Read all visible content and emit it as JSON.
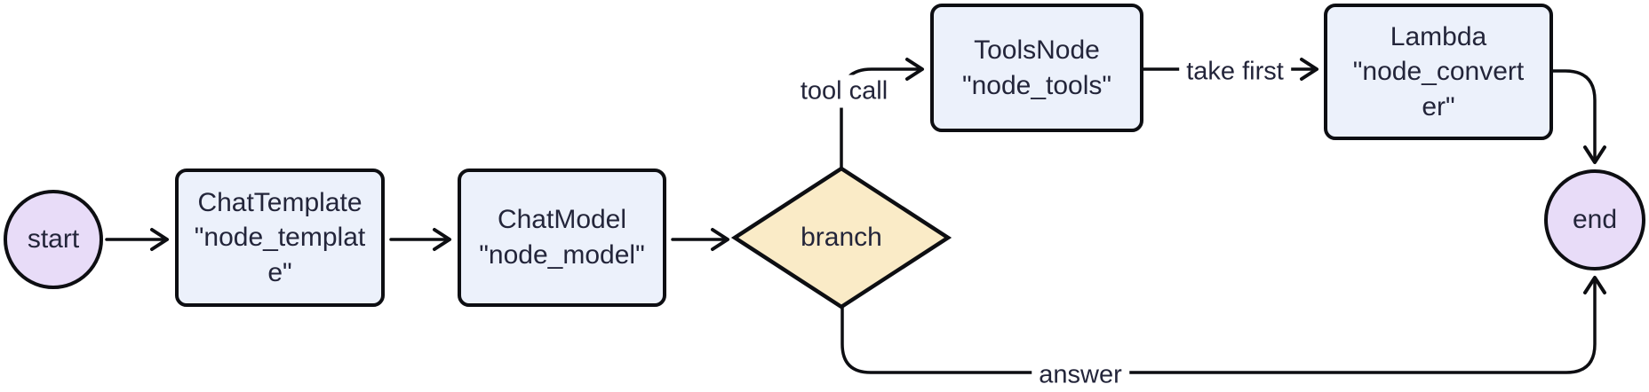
{
  "diagram": {
    "type": "flowchart",
    "direction": "left-to-right"
  },
  "nodes": {
    "start": {
      "label": "start",
      "shape": "circle"
    },
    "chat_template": {
      "label": "ChatTemplate\n\"node_templat\ne\"",
      "shape": "rect"
    },
    "chat_model": {
      "label": "ChatModel\n\"node_model\"",
      "shape": "rect"
    },
    "branch": {
      "label": "branch",
      "shape": "diamond"
    },
    "tools_node": {
      "label": "ToolsNode\n\"node_tools\"",
      "shape": "rect"
    },
    "lambda": {
      "label": "Lambda\n\"node_convert\ner\"",
      "shape": "rect"
    },
    "end": {
      "label": "end",
      "shape": "circle"
    }
  },
  "edges": {
    "start_to_template": {
      "from": "start",
      "to": "chat_template",
      "label": ""
    },
    "template_to_model": {
      "from": "chat_template",
      "to": "chat_model",
      "label": ""
    },
    "model_to_branch": {
      "from": "chat_model",
      "to": "branch",
      "label": ""
    },
    "branch_to_tools": {
      "from": "branch",
      "to": "tools_node",
      "label": "tool call"
    },
    "tools_to_lambda": {
      "from": "tools_node",
      "to": "lambda",
      "label": "take first"
    },
    "lambda_to_end": {
      "from": "lambda",
      "to": "end",
      "label": ""
    },
    "branch_to_end": {
      "from": "branch",
      "to": "end",
      "label": "answer"
    }
  },
  "colors": {
    "bg": "#ffffff",
    "stroke": "#0d0e12",
    "text": "#23253a",
    "box-fill": "#ecf1fb",
    "circle-fill": "#e8dcf8",
    "diamond-fill": "#faebc7"
  }
}
